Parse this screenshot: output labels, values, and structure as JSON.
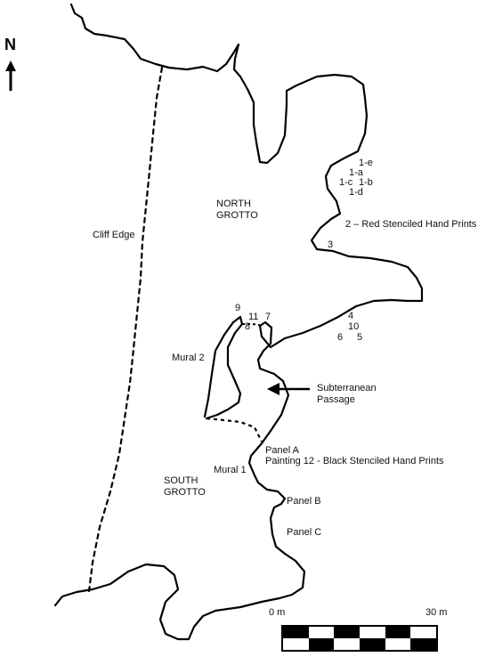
{
  "north": {
    "letter": "N",
    "icon": "north-arrow-icon"
  },
  "grottos": {
    "north_line1": "NORTH",
    "north_line2": "GROTTO",
    "south_line1": "SOUTH",
    "south_line2": "GROTTO"
  },
  "cliff_label": "Cliff Edge",
  "sites": {
    "p1e": "1-e",
    "p1a": "1-a",
    "p1c": "1-c",
    "p1b": "1-b",
    "p1d": "1-d",
    "p2": "2 – Red Stenciled Hand Prints",
    "p3": "3",
    "p4": "4",
    "p10": "10",
    "p6": "6",
    "p5": "5",
    "p9": "9",
    "p11": "11",
    "p7": "7",
    "p8": "8"
  },
  "murals": {
    "m2": "Mural 2",
    "m1": "Mural 1"
  },
  "passage": {
    "line1": "Subterranean",
    "line2": "Passage"
  },
  "panels": {
    "a": "Panel A",
    "a_painting": "Painting 12 - Black Stenciled Hand Prints",
    "b": "Panel B",
    "c": "Panel C"
  },
  "scale": {
    "start": "0 m",
    "end": "30 m"
  }
}
